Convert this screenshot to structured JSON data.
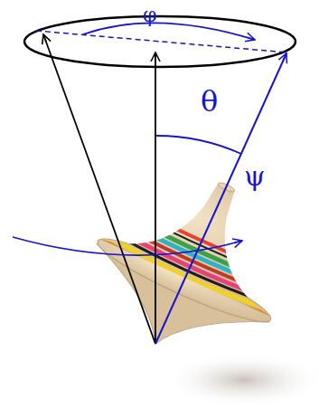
{
  "diagram": {
    "labels": [
      "φ",
      "θ",
      "ψ"
    ]
  }
}
